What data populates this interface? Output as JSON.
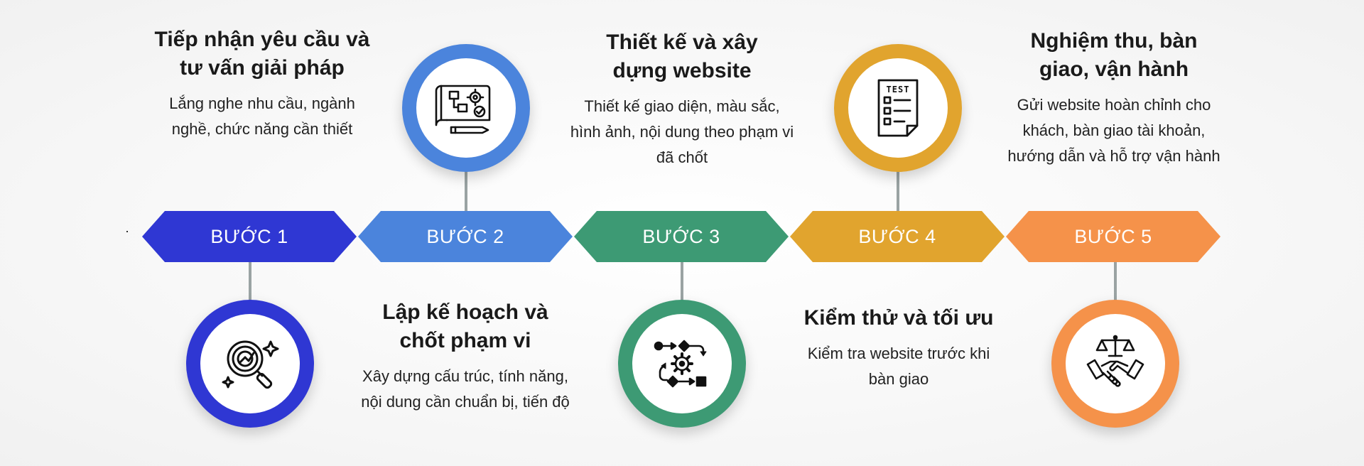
{
  "steps": [
    {
      "label": "BƯỚC 1",
      "color": "#2f37d3",
      "title": "Tiếp nhận yêu cầu và tư vấn giải pháp",
      "description": "Lắng nghe nhu cầu, ngành nghề, chức năng cần thiết",
      "icon": "research-magnifier-icon"
    },
    {
      "label": "BƯỚC 2",
      "color": "#4b84dc",
      "title": "Lập kế hoạch và chốt phạm vi",
      "description": "Xây dựng cấu trúc, tính năng, nội dung cần chuẩn bị, tiến độ",
      "icon": "blueprint-plan-icon"
    },
    {
      "label": "BƯỚC 3",
      "color": "#3d9a74",
      "title": "Thiết kế và xây dựng website",
      "description": "Thiết kế giao diện, màu sắc, hình ảnh, nội dung theo phạm vi đã chốt",
      "icon": "workflow-gear-icon"
    },
    {
      "label": "BƯỚC 4",
      "color": "#e1a42e",
      "title": "Kiểm thử và tối ưu",
      "description": "Kiểm tra website trước khi bàn giao",
      "icon": "test-checklist-icon"
    },
    {
      "label": "BƯỚC 5",
      "color": "#f5924a",
      "title": "Nghiệm thu, bàn giao, vận hành",
      "description": "Gửi website hoàn chỉnh cho khách, bàn giao tài khoản, hướng dẫn và hỗ trợ vận hành",
      "icon": "handshake-scale-icon"
    }
  ]
}
